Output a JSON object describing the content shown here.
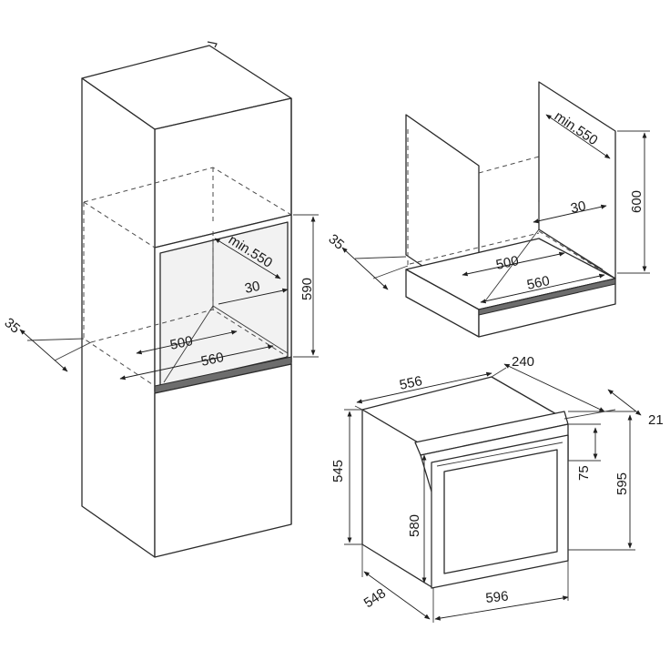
{
  "dimensions": {
    "tall_cabinet": {
      "depth_35": "35",
      "min_550": "min.550",
      "gap_30": "30",
      "height_590": "590",
      "width_500": "500",
      "width_560": "560"
    },
    "under_counter": {
      "depth_35": "35",
      "min_550": "min.550",
      "gap_30": "30",
      "height_600": "600",
      "width_500": "500",
      "width_560": "560"
    },
    "oven": {
      "width_556": "556",
      "depth_240": "240",
      "offset_21": "21",
      "height_545": "545",
      "panel_75": "75",
      "height_595": "595",
      "height_580": "580",
      "depth_548": "548",
      "width_596": "596"
    }
  }
}
